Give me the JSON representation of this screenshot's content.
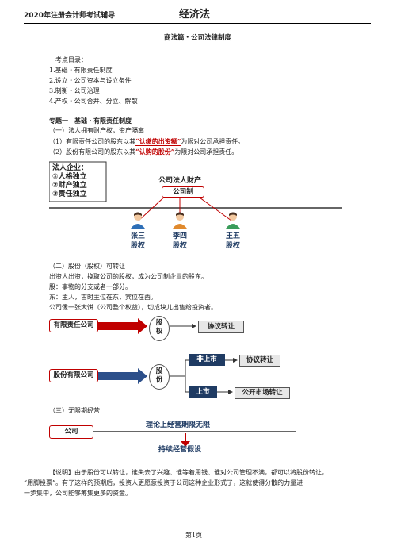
{
  "header": {
    "left": "2020年注册会计师考试辅导",
    "center": "经济法"
  },
  "doc": {
    "title": "商法篇・公司法律制度",
    "toc_heading": "考点目录：",
    "toc": [
      "1.基础・有限责任制度",
      "2.设立・公司资本与设立条件",
      "3.制衡・公司治理",
      "4.产权・公司合并、分立、解散"
    ],
    "topic1": "专题一　基础・有限责任制度",
    "p1": "（一）法人拥有财产权，资产隔离",
    "p2_pre": "（1）有限责任公司的股东以其",
    "p2_red": "“认缴的出资额”",
    "p2_post": "为限对公司承担责任。",
    "p3_pre": "（2）股份有限公司的股东以其",
    "p3_red": "“认购的股份”",
    "p3_post": "为限对公司承担责任。",
    "sec2": "（二）股份（股权）可转让",
    "s2_lines": [
      "出资人出资，换取公司的股权，成为公司制企业的股东。",
      "股：事物的分支或者一部分。",
      "东：主人，古时主位在东，宾位在西。",
      "公司像一张大饼（公司整个权益），切成块儿出售给投资者。"
    ],
    "sec3": "（三）无限期经营",
    "note_lines": [
      "【说明】由于股份可以转让，谁失去了兴趣、谁等着用钱、谁对公司管理不满，都可以将股份转让，",
      "“用脚投票”。有了这样的预期后，投资人更愿意投资于公司这种企业形式了，这就使得分散的力量进",
      "一步集中，公司能够筹集更多的资金。"
    ]
  },
  "diagram1": {
    "legal_title": "法人企业：",
    "legal_items": [
      "①人格独立",
      "②财产独立",
      "③责任独立"
    ],
    "prop_label": "公司法人财产",
    "company_label": "公司制",
    "people": [
      {
        "name": "张三",
        "role": "股权"
      },
      {
        "name": "李四",
        "role": "股权"
      },
      {
        "name": "王五",
        "role": "股权"
      }
    ]
  },
  "diagram2": {
    "llc": "有限责任公司",
    "equity": "股权",
    "agreement": "协议转让",
    "jsc": "股份有限公司",
    "shares": "股份",
    "unlisted": "非上市",
    "unlisted_transfer": "协议转让",
    "listed": "上市",
    "listed_transfer": "公开市场转让"
  },
  "diagram3": {
    "company": "公司",
    "theory": "理论上经营期限无限",
    "assumption": "持续经营假设"
  },
  "footer": {
    "page": "第1页"
  },
  "colors": {
    "accent_red": "#c00000",
    "navy": "#1f3b63",
    "blue_arrow": "#2c4f8a"
  }
}
